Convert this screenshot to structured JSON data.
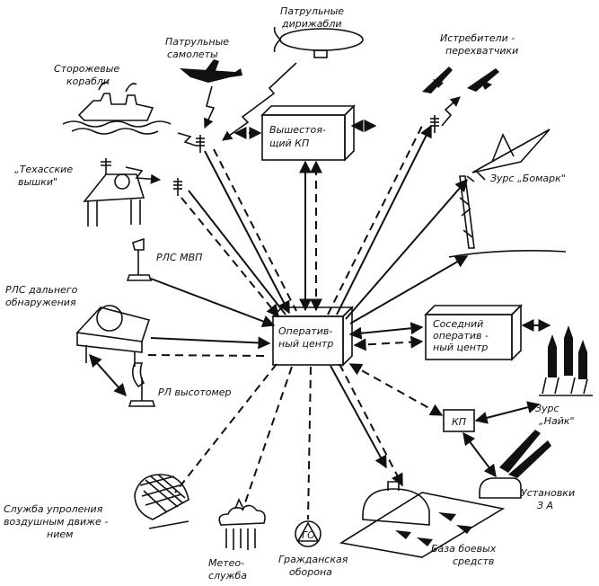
{
  "nodes": {
    "operations_center": [
      "Оператив-",
      "ный центр"
    ],
    "higher_cp": [
      "Вышестоя-",
      "щий КП"
    ],
    "neighbor_center": [
      "Соседний",
      "оператив -",
      "ный центр"
    ],
    "cp": [
      "КП"
    ],
    "patrol_airships": [
      "Патрульные",
      "дирижабли"
    ],
    "patrol_planes": [
      "Патрульные",
      "самолеты"
    ],
    "guard_ships": [
      "Сторожевые",
      "корабли"
    ],
    "interceptors": [
      "Истребители -",
      "перехватчики"
    ],
    "bomarc": [
      "Зурс „Бомарк\""
    ],
    "texas_towers": [
      "„Техасские",
      "вышки\""
    ],
    "rls_mvp": [
      "РЛС МВП"
    ],
    "long_range_radar": [
      "РЛС дальнего",
      "обнаружения"
    ],
    "height_finder": [
      "РЛ высотомер"
    ],
    "nike": [
      "Зурс",
      "„Найк\""
    ],
    "aa_installations": [
      "Установки",
      "З А"
    ],
    "combat_base": [
      "База боевых",
      "средств"
    ],
    "civil_defense": [
      "Гражданская",
      "оборона"
    ],
    "civil_defense_badge": "ГО",
    "weather": [
      "Метео-",
      "служба"
    ],
    "atc": [
      "Служба упроления",
      "воздушным движе -",
      "нием"
    ]
  }
}
